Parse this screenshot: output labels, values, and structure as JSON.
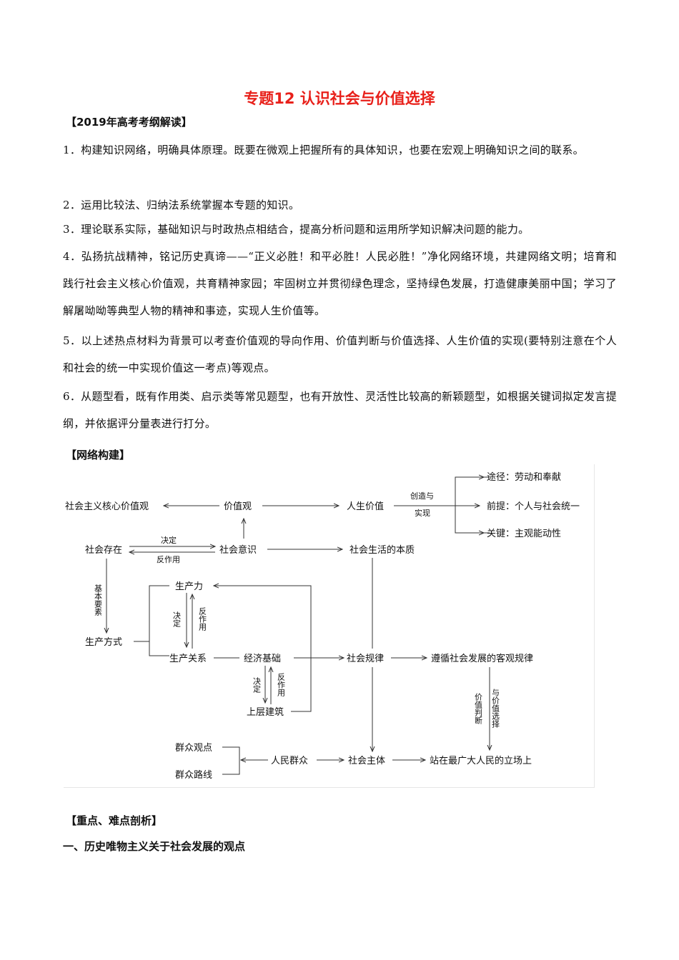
{
  "document": {
    "title": "专题12 认识社会与价值选择",
    "section_outline": "【2019年高考考纲解读】",
    "paragraphs": [
      "1．构建知识网络，明确具体原理。既要在微观上把握所有的具体知识，也要在宏观上明确知识之间的联系。",
      "2．运用比较法、归纳法系统掌握本专题的知识。",
      "3．理论联系实际，基础知识与时政热点相结合，提高分析问题和运用所学知识解决问题的能力。",
      "4．弘扬抗战精神，铭记历史真谛——“正义必胜！和平必胜！人民必胜！”净化网络环境，共建网络文明；培育和践行社会主义核心价值观，共育精神家园；牢固树立并贯彻绿色理念，坚持绿色发展，打造健康美丽中国；学习了解屠呦呦等典型人物的精神和事迹，实现人生价值等。",
      "5．以上述热点材料为背景可以考查价值观的导向作用、价值判断与价值选择、人生价值的实现(要特别注意在个人和社会的统一中实现价值这一考点)等观点。",
      "6．从题型看，既有作用类、启示类等常见题型，也有开放性、灵活性比较高的新颖题型，如根据关键词拟定发言提纲，并依据评分量表进行打分。"
    ],
    "section_network": "【网络构建】",
    "section_analysis": "【重点、难点剖析】",
    "subheading_1": "一、历史唯物主义关于社会发展的观点"
  },
  "diagram": {
    "nodes": {
      "core_values": "社会主义核心价值观",
      "values": "价值观",
      "life_value": "人生价值",
      "create_1": "创造与",
      "create_2": "实现",
      "path": "途径：劳动和奉献",
      "premise": "前提：个人与社会统一",
      "key": "关键：主观能动性",
      "social_existence": "社会存在",
      "social_consciousness": "社会意识",
      "decide": "决定",
      "react": "反作用",
      "essence": "社会生活的本质",
      "basic_elements": "基本要素",
      "productive_forces": "生产力",
      "mode_of_production": "生产方式",
      "relations_of_production": "生产关系",
      "economic_base": "经济基础",
      "superstructure": "上层建筑",
      "vert_decide": "决定",
      "vert_react": "反作用",
      "social_law": "社会规律",
      "follow_law": "遵循社会发展的客观规律",
      "value_judgment": "价值判断",
      "and_value_choice": "与价值选择",
      "mass_viewpoint": "群众观点",
      "mass_line": "群众路线",
      "the_people": "人民群众",
      "social_subject": "社会主体",
      "stand_people": "站在最广大人民的立场上"
    }
  }
}
